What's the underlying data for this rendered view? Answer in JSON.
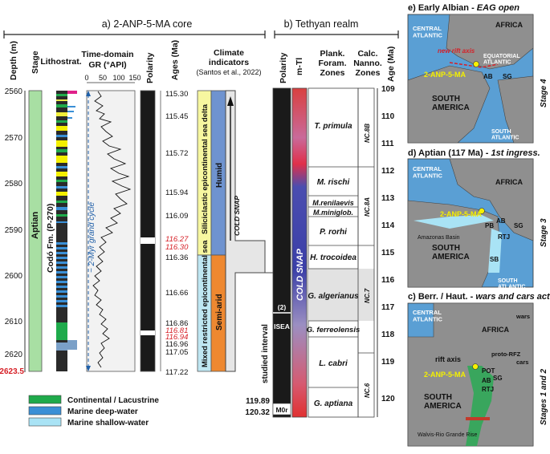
{
  "panel_a": {
    "title": "a) 2-ANP-5-MA core",
    "headers": {
      "depth": "Depth (m)",
      "stage": "Stage",
      "lithostrat": "Lithostrat.",
      "gr_line1": "Time-domain",
      "gr_line2": "GR (°API)",
      "polarity": "Polarity",
      "ages": "Ages (Ma)",
      "climate_line1": "Climate",
      "climate_line2": "indicators",
      "climate_line3": "(Santos et al., 2022)"
    },
    "depth_ticks": [
      "2560",
      "2570",
      "2580",
      "2590",
      "2600",
      "2610",
      "2620"
    ],
    "depth_bottom": "2623.5",
    "gr_ticks": [
      "0",
      "50",
      "100",
      "150"
    ],
    "stage_name": "Aptian",
    "formation": "Codó Fm. (P-270)",
    "grand_cycle": "~ 2-Myr grand cycle",
    "ages_black": [
      "115.30",
      "115.45",
      "115.72",
      "115.94",
      "116.09",
      "116.36",
      "116.66",
      "116.86",
      "116.96",
      "117.05",
      "117.22"
    ],
    "ages_red": [
      "116.27",
      "116.30",
      "116.81",
      "116.94"
    ],
    "sea_upper": "Siliciclastic epicontinental sea delta",
    "sea_lower": "Mixed restricted epicontinental sea",
    "climate_upper": "Humid",
    "climate_lower": "Semi-arid",
    "cold_snap": "COLD SNAP"
  },
  "legend": [
    {
      "label": "Continental / Lacustrine",
      "color": "#1faa4b"
    },
    {
      "label": "Marine deep-water",
      "color": "#3a8fd6"
    },
    {
      "label": "Marine shallow-water",
      "color": "#a9e3f5"
    }
  ],
  "panel_b": {
    "title": "b) Tethyan realm",
    "headers": {
      "polarity": "Polarity",
      "mti": "m-Tl",
      "plank_line1": "Plank.",
      "plank_line2": "Foram.",
      "plank_line3": "Zones",
      "nanno_line1": "Calc.",
      "nanno_line2": "Nanno.",
      "nanno_line3": "Zones",
      "age": "Age (Ma)"
    },
    "age_ticks": [
      "109",
      "110",
      "111",
      "112",
      "113",
      "114",
      "115",
      "116",
      "117",
      "118",
      "119",
      "120"
    ],
    "foram_zones": [
      "T. primula",
      "M. rischi",
      "M.renilaevis",
      "M.miniglob.",
      "P. rorhi",
      "H. trocoidea",
      "G. algerianus",
      "G. ferreolensis",
      "L. cabri",
      "G. aptiana"
    ],
    "nanno_zones": [
      "NC.8B",
      "NC.8A",
      "NC.7",
      "NC.6"
    ],
    "cold_snap": "COLD SNAP",
    "studied_interval": "studied interval",
    "marker_2": "(2)",
    "isea": "ISEA",
    "m0r": "M0r",
    "age_1989": "119.89",
    "age_2032": "120.32"
  },
  "maps": [
    {
      "title": "e) Early Albian - ",
      "title_em": "EAG open",
      "stage": "Stage 4",
      "labels": {
        "central": "CENTRAL\nATLANTIC",
        "africa": "AFRICA",
        "rift": "new rift axis",
        "equatorial": "EQUATORIAL\nATLANTIC",
        "well": "2-ANP-5-MA",
        "ab": "AB",
        "sg": "SG",
        "sa": "SOUTH\nAMERICA",
        "south_atl": "SOUTH\nATLANTIC"
      }
    },
    {
      "title": "d) Aptian (117 Ma) - ",
      "title_em": "1st ingress.",
      "stage": "Stage 3",
      "labels": {
        "central": "CENTRAL\nATLANTIC",
        "africa": "AFRICA",
        "well": "2-ANP-5-MA",
        "pb": "PB",
        "ab": "AB",
        "sg": "SG",
        "rtj": "RTJ",
        "amazon": "Amazonas Basin",
        "sa": "SOUTH\nAMERICA",
        "sb": "SB",
        "south_atl": "SOUTH\nATLANTIC"
      }
    },
    {
      "title": "c) Berr. / Haut. - ",
      "title_em": "wars and cars active",
      "stage": "Stages 1 and 2",
      "labels": {
        "central": "CENTRAL\nATLANTIC",
        "africa": "AFRICA",
        "wars": "wars",
        "rfz": "proto-RFZ",
        "cars": "cars",
        "rift": "rift axis",
        "pot": "POT",
        "well": "2-ANP-5-MA",
        "ab": "AB",
        "sg": "SG",
        "rtj": "RTJ",
        "sa": "SOUTH\nAMERICA",
        "walvis": "Walvis-Rio Grande Rise"
      }
    }
  ]
}
